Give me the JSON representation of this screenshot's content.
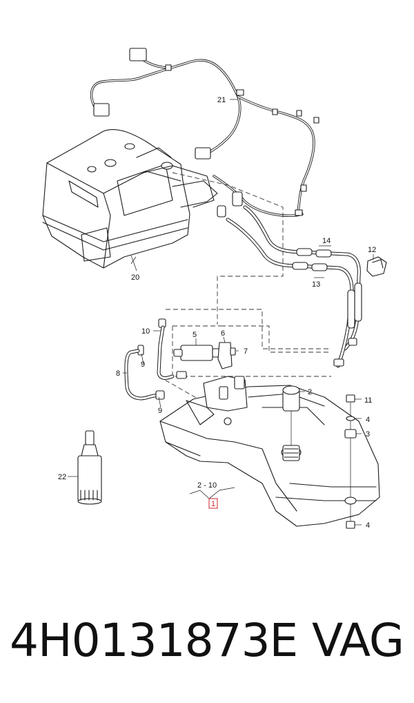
{
  "diagram": {
    "callouts": [
      {
        "id": "c21",
        "label": "21"
      },
      {
        "id": "c20",
        "label": "20"
      },
      {
        "id": "c14",
        "label": "14"
      },
      {
        "id": "c12",
        "label": "12"
      },
      {
        "id": "c13",
        "label": "13"
      },
      {
        "id": "c10",
        "label": "10"
      },
      {
        "id": "c5",
        "label": "5"
      },
      {
        "id": "c6",
        "label": "6"
      },
      {
        "id": "c7",
        "label": "7"
      },
      {
        "id": "c9a",
        "label": "9"
      },
      {
        "id": "c8",
        "label": "8"
      },
      {
        "id": "c9b",
        "label": "9"
      },
      {
        "id": "c2",
        "label": "2"
      },
      {
        "id": "c11",
        "label": "11"
      },
      {
        "id": "c4a",
        "label": "4"
      },
      {
        "id": "c3",
        "label": "3"
      },
      {
        "id": "c22",
        "label": "22"
      },
      {
        "id": "c2-10",
        "label": "2 - 10"
      },
      {
        "id": "c1",
        "label": "1"
      },
      {
        "id": "c4b",
        "label": "4"
      }
    ]
  },
  "footer": {
    "part_number": "4H0131873E",
    "brand": "VAG"
  }
}
